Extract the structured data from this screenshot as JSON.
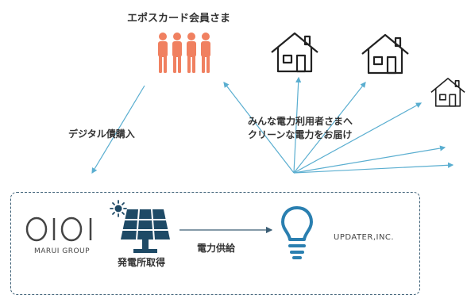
{
  "diagram": {
    "members_label": "エポスカード会員さま",
    "digital_purchase_label": "デジタル債購入",
    "message_line1": "みんな電力利用者さまへ",
    "message_line2": "クリーンな電力をお届け",
    "power_supply_label": "電力供給",
    "power_generation_label": "発電所取得",
    "marui_logo_text": "OIOI",
    "marui_group_label": "MARUI GROUP",
    "updater_label": "UPDATER,INC.",
    "colors": {
      "people": "#f08060",
      "arrow": "#5aaed0",
      "dark_icon": "#1e4a66",
      "dashed_border": "#3a5d74"
    },
    "icons": [
      "people-group-icon",
      "house-icon",
      "solar-panel-icon",
      "sun-icon",
      "light-bulb-icon"
    ]
  }
}
